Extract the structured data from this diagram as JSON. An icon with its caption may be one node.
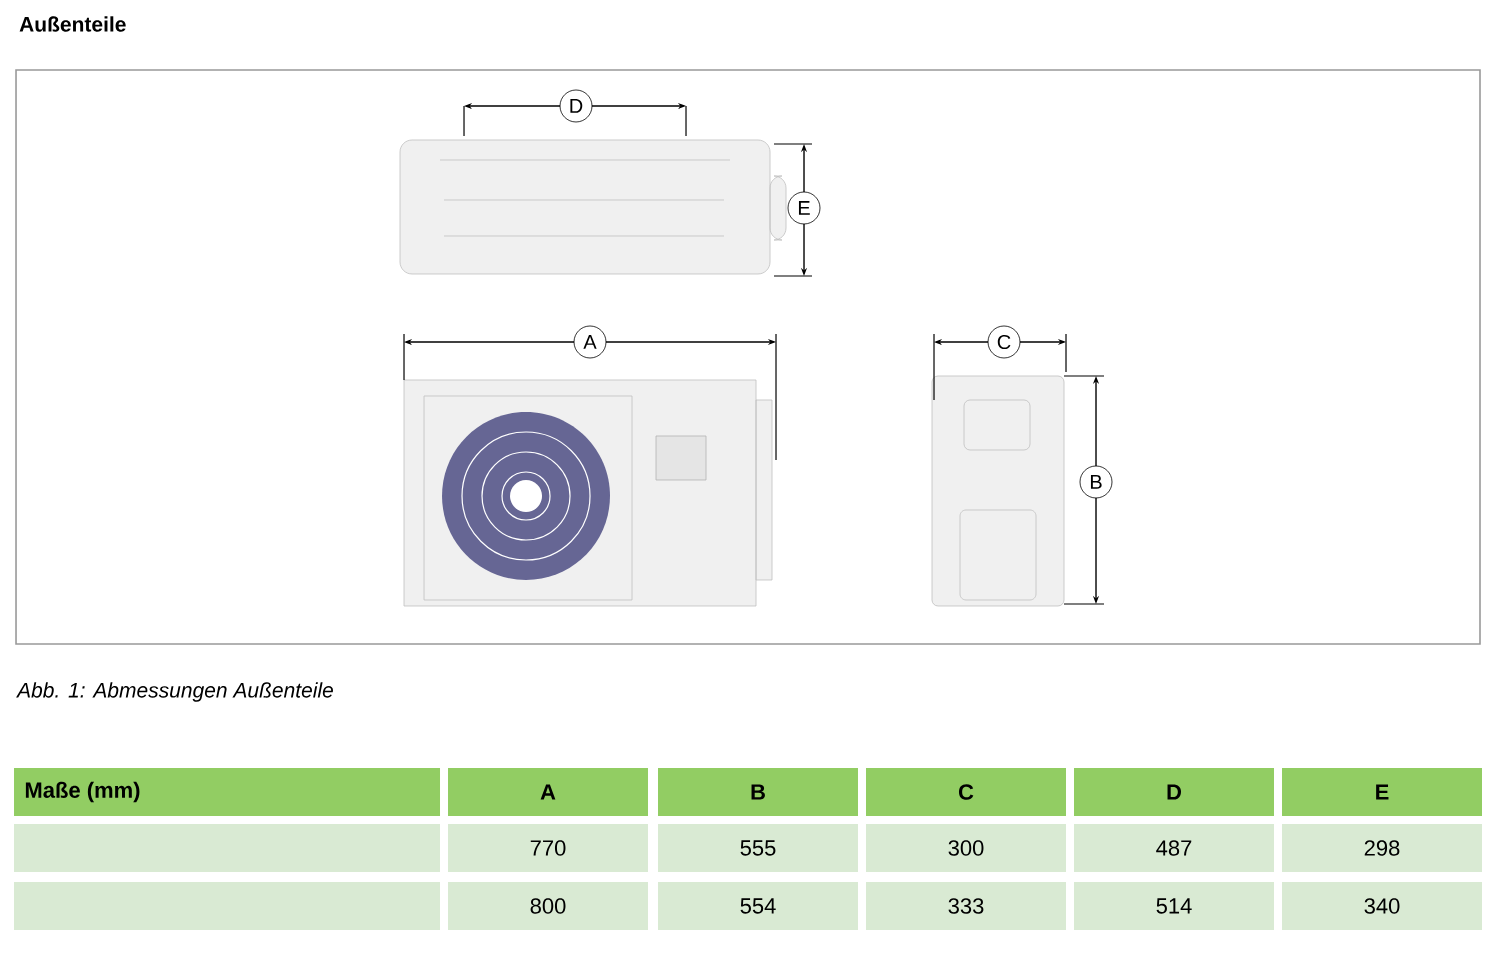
{
  "diagram": {
    "title": "Außenteile",
    "caption": "Abb. 1: Abmessungen Außenteile",
    "labels": [
      "D",
      "E",
      "A",
      "C",
      "B",
      "Maße (mm)",
      "A",
      "B",
      "C",
      "D",
      "E",
      "770",
      "555",
      "300",
      "487",
      "298",
      "800",
      "554",
      "333",
      "514",
      "340"
    ]
  }
}
